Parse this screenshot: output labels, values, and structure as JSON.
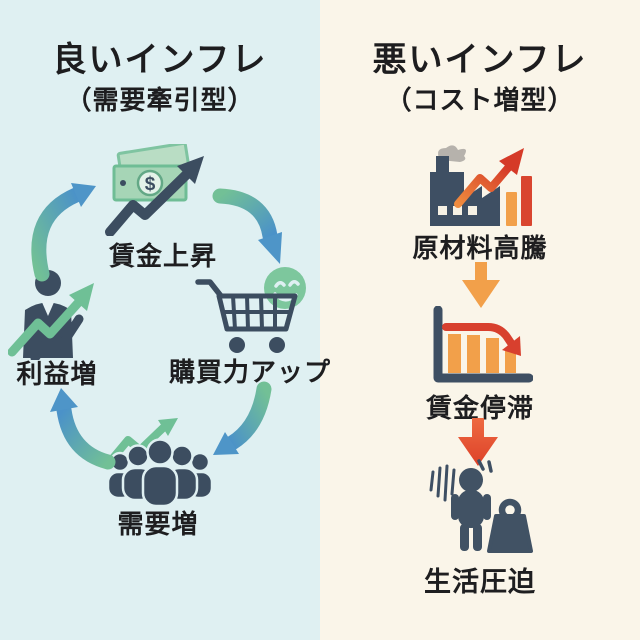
{
  "left_panel": {
    "title": "良いインフレ",
    "subtitle": "（需要牽引型）",
    "type": "circular-cycle",
    "nodes": [
      {
        "label": "賃金上昇",
        "icon": "money-bills-rising-arrow-icon"
      },
      {
        "label": "購買力アップ",
        "icon": "shopping-cart-smiley-icon"
      },
      {
        "label": "需要増",
        "icon": "crowd-rising-arrow-icon"
      },
      {
        "label": "利益増",
        "icon": "businessman-rising-chart-icon"
      }
    ]
  },
  "right_panel": {
    "title": "悪いインフレ",
    "subtitle": "（コスト増型）",
    "type": "vertical-flow",
    "steps": [
      {
        "label": "原材料高騰",
        "icon": "factory-rising-costs-icon"
      },
      {
        "label": "賃金停滞",
        "icon": "declining-bar-chart-icon"
      },
      {
        "label": "生活圧迫",
        "icon": "burdened-person-weight-icon"
      }
    ]
  },
  "icons": {
    "dollar_sign": "$"
  },
  "colors": {
    "bg_left": "#dff0f2",
    "bg_right": "#faf5e9",
    "navy": "#3c4d60",
    "cycle_green": "#72c096",
    "cycle_blue": "#4b92c8",
    "bill_green": "#a6d5b6",
    "smiley_green": "#7dc79d",
    "orange": "#f2a04a",
    "red": "#d9452f",
    "smoke_gray": "#b6b2ac",
    "text": "#1d1d1f"
  }
}
